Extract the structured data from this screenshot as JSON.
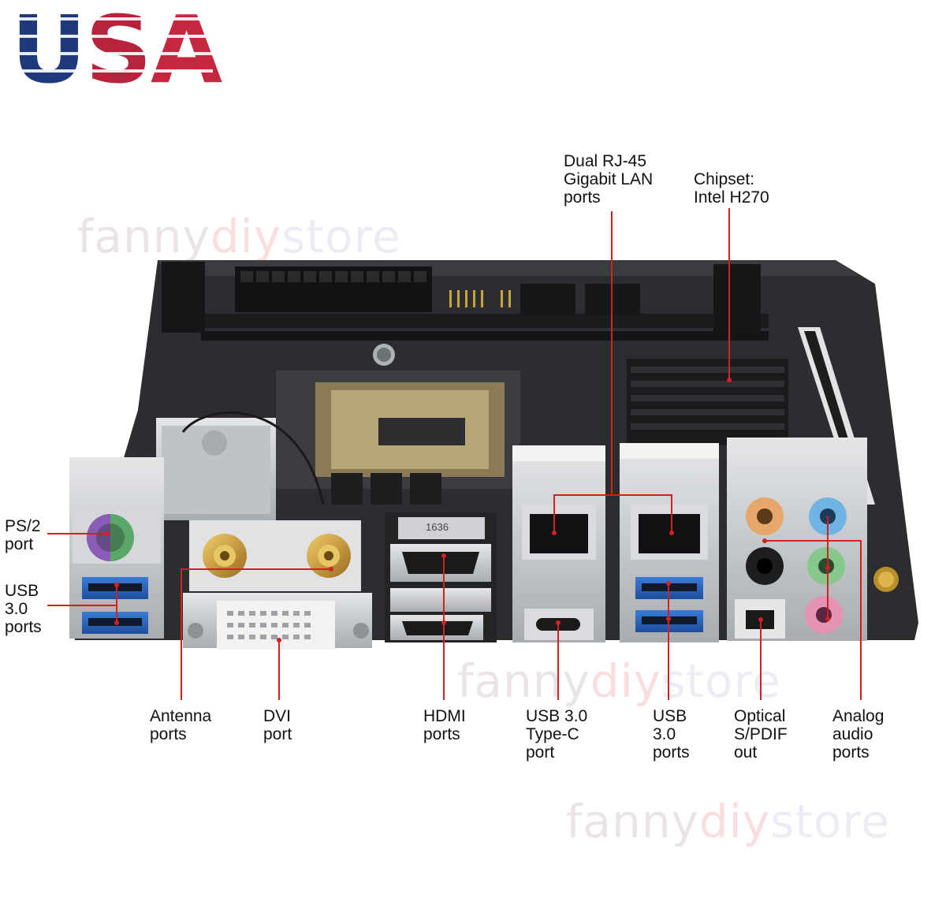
{
  "logo": {
    "text_u": "U",
    "text_s": "S",
    "text_a": "A",
    "colors": {
      "blue": "#1f3a7a",
      "red": "#c4273e"
    }
  },
  "watermark": {
    "part1": "fanny",
    "part2": "diy",
    "part3": "store"
  },
  "labels": {
    "ps2": "PS/2\nport",
    "usb_left": "USB\n3.0\nports",
    "antenna": "Antenna\nports",
    "dvi": "DVI\nport",
    "hdmi": "HDMI\nports",
    "usbc": "USB 3.0\nType-C\nport",
    "usb_right": "USB\n3.0\nports",
    "optical": "Optical\nS/PDIF\nout",
    "analog": "Analog\naudio\nports",
    "lan": "Dual RJ-45\nGigabit LAN\nports",
    "chipset": "Chipset:\nIntel H270"
  },
  "board_print": {
    "hdmi_chip": "1636"
  },
  "colors": {
    "callout_line": "#d42020",
    "board": "#2b2d30",
    "metal": "#c9cbce"
  }
}
